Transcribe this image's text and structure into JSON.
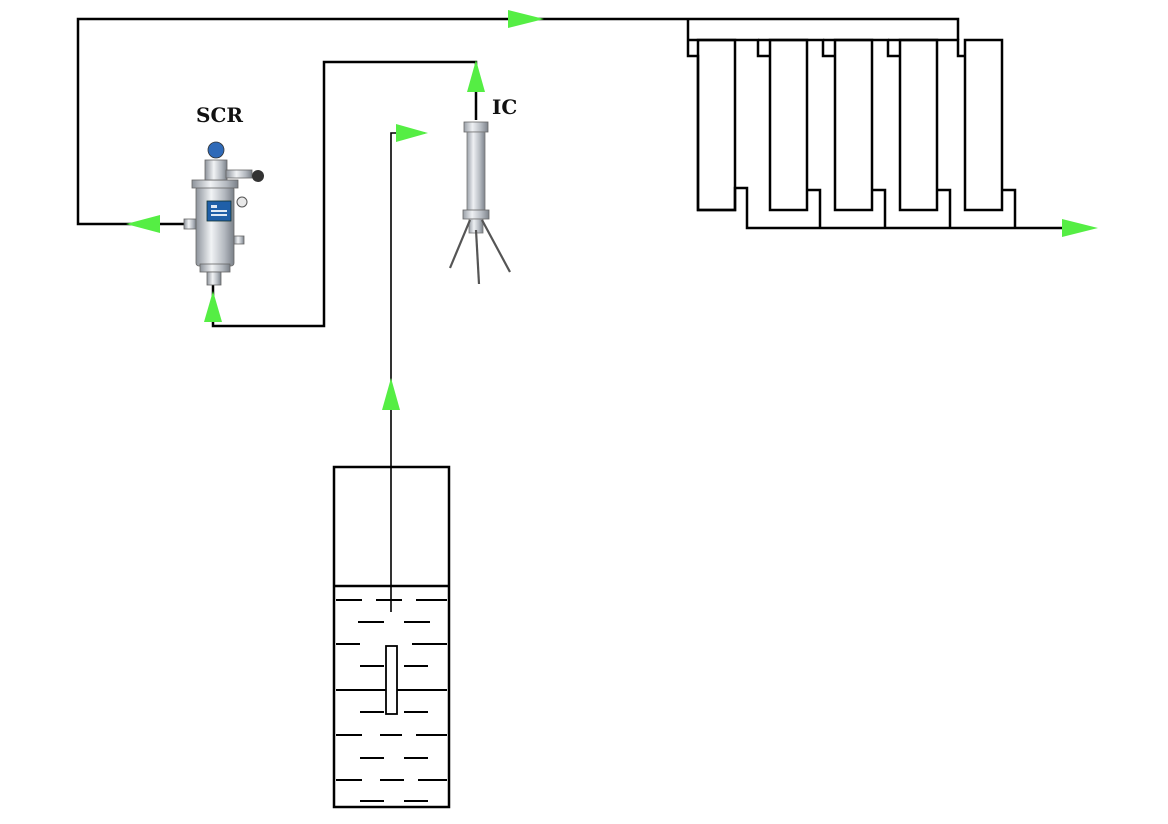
{
  "labels": {
    "scr": "SCR",
    "ic": "IC"
  },
  "colors": {
    "pipe": "#000000",
    "flow_arrow": "#55ee44",
    "steel": "#c8ccd2",
    "panel": "#1f5fa8"
  },
  "icons": {
    "flow_arrow": "green-flow-arrow",
    "scr_unit": "self-cleaning-filter-icon",
    "ic_unit": "cartridge-filter-on-tripod-icon",
    "tank": "liquid-tank-icon",
    "coils": "serpentine-channel-icon"
  }
}
